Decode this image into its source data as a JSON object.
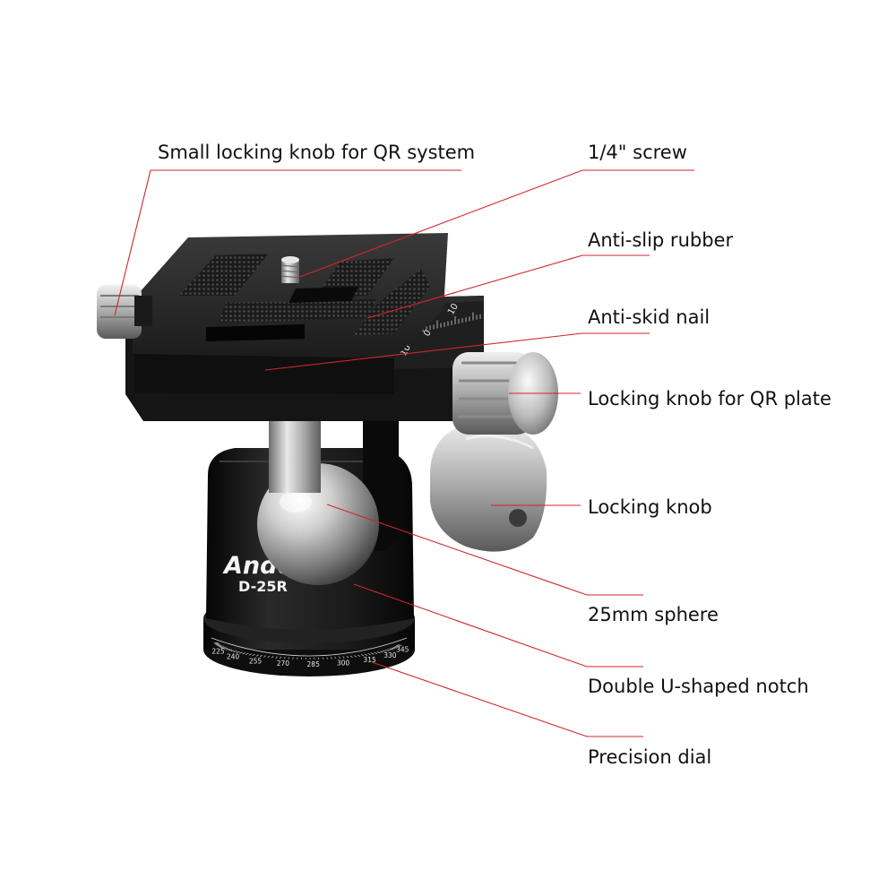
{
  "brand": {
    "name": "Andoer",
    "model": "D-25R"
  },
  "callouts": [
    {
      "id": "small-locking-knob",
      "text": "Small locking knob for QR system"
    },
    {
      "id": "quarter-inch-screw",
      "text": "1/4\" screw"
    },
    {
      "id": "anti-slip-rubber",
      "text": "Anti-slip rubber"
    },
    {
      "id": "anti-skid-nail",
      "text": "Anti-skid nail"
    },
    {
      "id": "locking-knob-qr-plate",
      "text": "Locking knob for QR plate"
    },
    {
      "id": "locking-knob",
      "text": "Locking knob"
    },
    {
      "id": "sphere-25mm",
      "text": "25mm sphere"
    },
    {
      "id": "double-u-notch",
      "text": "Double U-shaped notch"
    },
    {
      "id": "precision-dial",
      "text": "Precision dial"
    }
  ],
  "dial_numbers": [
    "225",
    "240",
    "255",
    "270",
    "285",
    "300",
    "315",
    "330",
    "345"
  ],
  "plate_scale": [
    "10",
    "0",
    "10"
  ],
  "colors": {
    "leader_line": "#d0262b",
    "label_text": "#111111",
    "body_black": "#141414",
    "metal_silver": "#b5b5b5"
  }
}
